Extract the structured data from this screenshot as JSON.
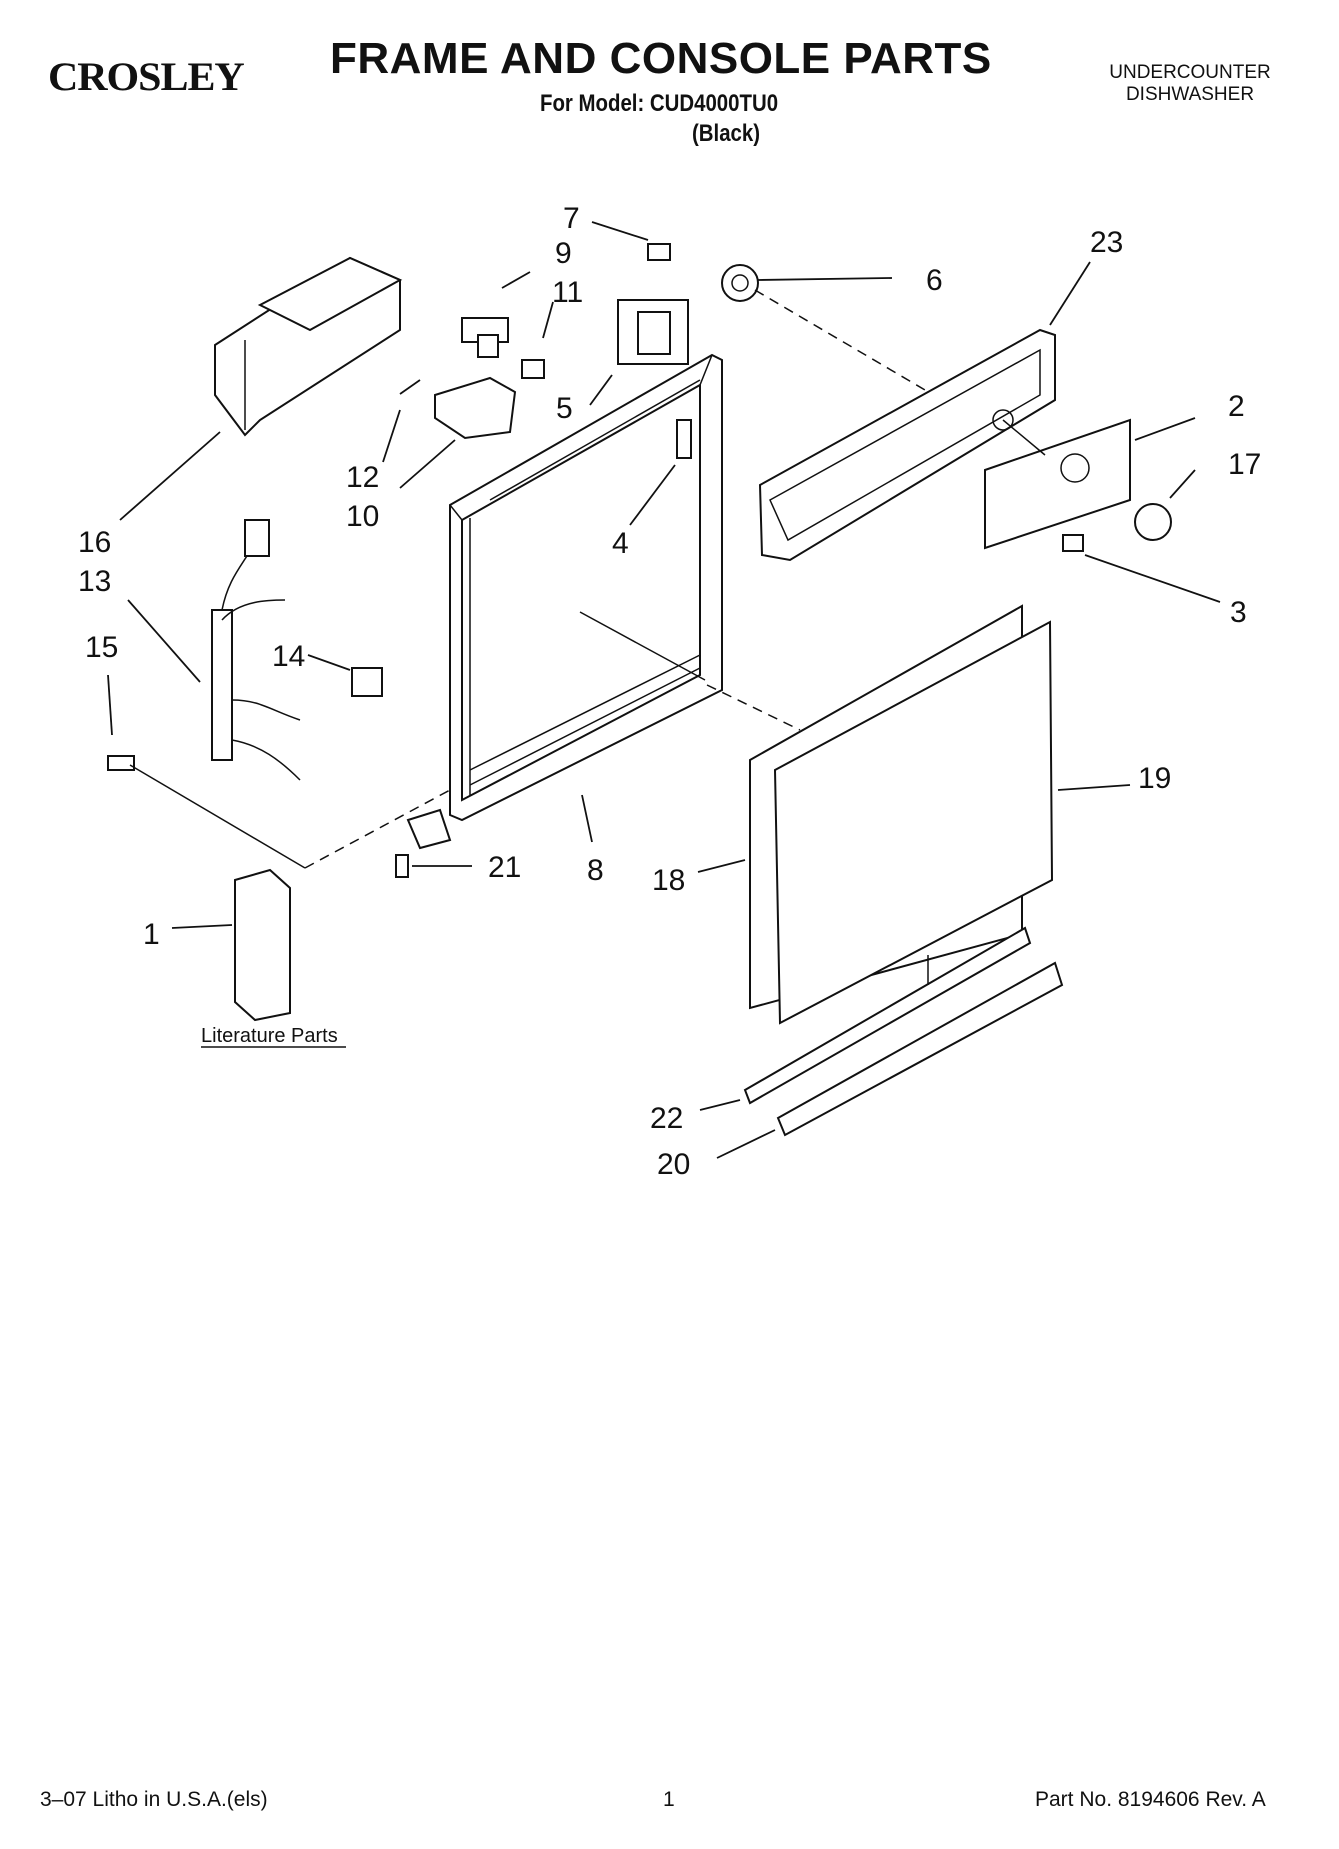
{
  "header": {
    "brand": "CROSLEY",
    "title": "FRAME AND CONSOLE PARTS",
    "model_line": "For Model: CUD4000TU0",
    "variant": "(Black)",
    "appliance_line1": "UNDERCOUNTER",
    "appliance_line2": "DISHWASHER"
  },
  "callouts": [
    "7",
    "9",
    "11",
    "6",
    "23",
    "5",
    "2",
    "12",
    "17",
    "10",
    "16",
    "4",
    "3",
    "13",
    "15",
    "14",
    "19",
    "21",
    "8",
    "18",
    "1",
    "22",
    "20"
  ],
  "literature_label": "Literature Parts",
  "footer": {
    "left": "3–07 Litho in U.S.A.(els)",
    "page": "1",
    "part_no": "Part No. 8194606 Rev. A"
  }
}
